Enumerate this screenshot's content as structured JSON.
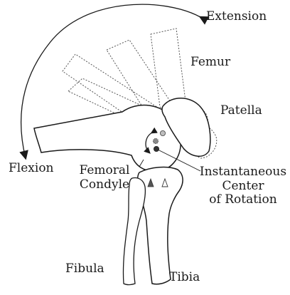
{
  "labels": {
    "extension": "Extension",
    "femur": "Femur",
    "patella": "Patella",
    "flexion": "Flexion",
    "femoral_condyle_line1": "Femoral",
    "femoral_condyle_line2": "Condyle",
    "icr_line1": "Instantaneous",
    "icr_line2": "Center",
    "icr_line3": "of Rotation",
    "fibula": "Fibula",
    "tibia": "Tibia"
  },
  "colors": {
    "ink": "#1a1a1a",
    "dotted_outline": "#555555",
    "ghost_outline": "#9a9a9a",
    "icr_light": "#bdbdbd",
    "icr_mid": "#8a8a8a",
    "icr_dark": "#333333"
  }
}
